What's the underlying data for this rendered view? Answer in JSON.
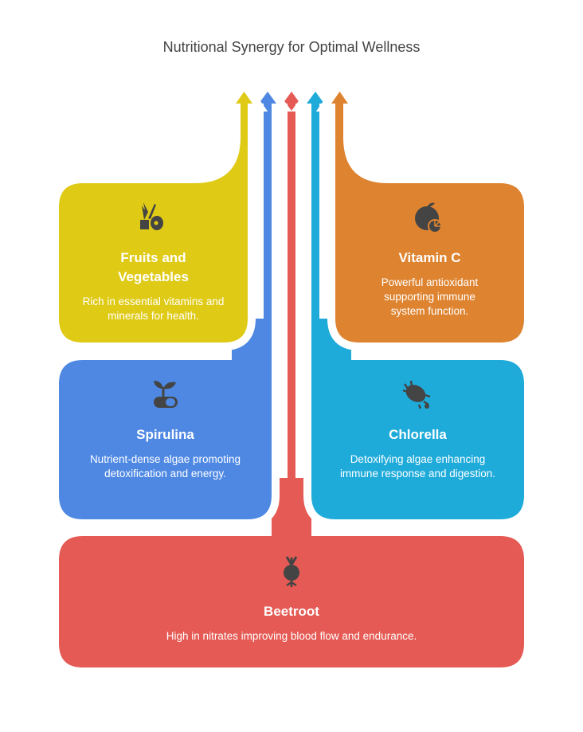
{
  "title": "Nutritional Synergy for Optimal Wellness",
  "colors": {
    "fruits": "#DFCA16",
    "spirulina": "#4E88E3",
    "beetroot": "#E55A54",
    "chlorella": "#1FABDA",
    "vitaminc": "#DE8431",
    "icon": "#444444"
  },
  "items": {
    "fruits": {
      "title": "Fruits and Vegetables",
      "desc": "Rich in essential vitamins and minerals for health.",
      "icon": "vegetables-icon"
    },
    "vitaminc": {
      "title": "Vitamin C",
      "desc": "Powerful antioxidant supporting immune system function.",
      "icon": "orange-fruit-icon"
    },
    "spirulina": {
      "title": "Spirulina",
      "desc": "Nutrient-dense algae promoting detoxification and energy.",
      "icon": "sprout-pill-icon"
    },
    "chlorella": {
      "title": "Chlorella",
      "desc": "Detoxifying algae enhancing immune response and digestion.",
      "icon": "algae-icon"
    },
    "beetroot": {
      "title": "Beetroot",
      "desc": "High in nitrates improving blood flow and endurance.",
      "icon": "beetroot-icon"
    }
  }
}
